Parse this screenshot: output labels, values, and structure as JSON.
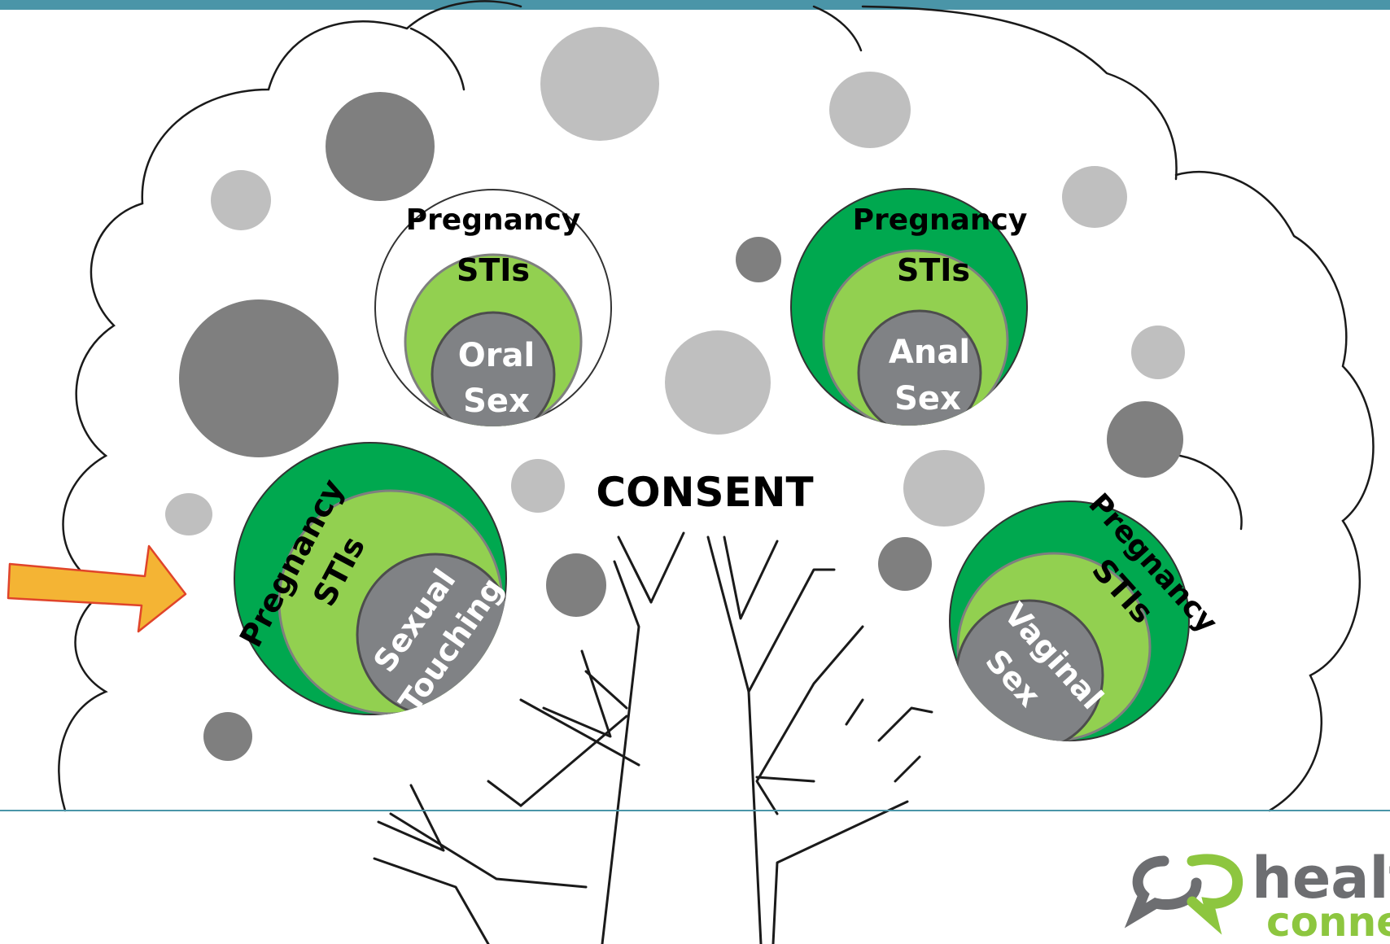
{
  "colors": {
    "top_bar": "#4a95a8",
    "rule": "#4a95a8",
    "dark_green": "#00a84f",
    "light_green": "#92d050",
    "core_gray": "#808285",
    "bubble_light": "#bfbfbf",
    "bubble_dark": "#7f7f7f",
    "arrow_fill": "#f4b434",
    "arrow_stroke": "#e0442a",
    "logo_gray": "#6d6e71",
    "logo_green": "#8dc63f"
  },
  "center_label": "CONSENT",
  "circles": [
    {
      "id": "oral",
      "outer": "Pregnancy",
      "middle": "STIs",
      "inner_line1": "Oral",
      "inner_line2": "Sex",
      "outer_filled": false
    },
    {
      "id": "anal",
      "outer": "Pregnancy",
      "middle": "STIs",
      "inner_line1": "Anal",
      "inner_line2": "Sex",
      "outer_filled": true
    },
    {
      "id": "touching",
      "outer": "Pregnancy",
      "middle": "STIs",
      "inner_line1": "Sexual",
      "inner_line2": "Touching",
      "outer_filled": true
    },
    {
      "id": "vaginal",
      "outer": "Pregnancy",
      "middle": "STIs",
      "inner_line1": "Vaginal",
      "inner_line2": "Sex",
      "outer_filled": true
    }
  ],
  "logo": {
    "word1": "health",
    "word2": "connect",
    "icon": "speech-bubbles-icon"
  },
  "arrow_icon": "right-arrow-icon"
}
